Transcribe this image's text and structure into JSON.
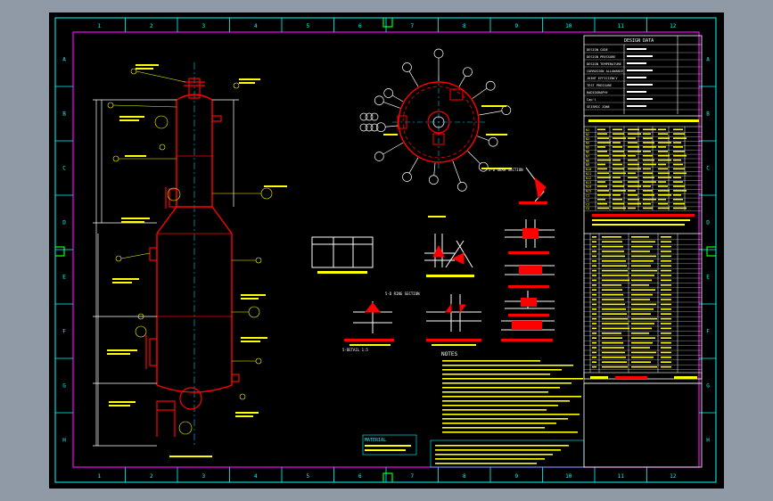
{
  "colors": {
    "background": "#000000",
    "viewport": "#8f9aa6",
    "frame": "#ff00ff",
    "border": "#00ffff",
    "outline": "#ffffff",
    "shell": "#ff0000",
    "annotation": "#ffff00",
    "centerline": "#00c8ff",
    "marker": "#00ff00"
  },
  "grid": {
    "columns": [
      "1",
      "2",
      "3",
      "4",
      "5",
      "6",
      "7",
      "8",
      "9",
      "10",
      "11",
      "12"
    ],
    "rows": [
      "A",
      "B",
      "C",
      "D",
      "E",
      "F",
      "G",
      "H"
    ]
  },
  "design_data": {
    "title": "DESIGN DATA",
    "left_rows": [
      "DESIGN CODE",
      "DESIGN PRESSURE",
      "DESIGN TEMPERATURE",
      "CORROSION ALLOWANCE",
      "JOINT EFFICIENCY",
      "TEST PRESSURE",
      "RADIOGRAPHY",
      "Cap'l",
      "SEISMIC ZONE"
    ]
  },
  "nozzle_table": {
    "rows": [
      "N1",
      "N2",
      "N3",
      "N4",
      "N5",
      "N6",
      "N7",
      "N8",
      "N9",
      "N10",
      "N11",
      "N12",
      "N13",
      "N14",
      "N15",
      "C1",
      "C2",
      "C3",
      "C4"
    ]
  },
  "detail_labels": [
    "2-D GEAR SECTION",
    "5-D RING SECTION",
    "5-DETAIL 1:5"
  ],
  "notes": {
    "title": "NOTES",
    "section_title": "MATERIAL"
  }
}
